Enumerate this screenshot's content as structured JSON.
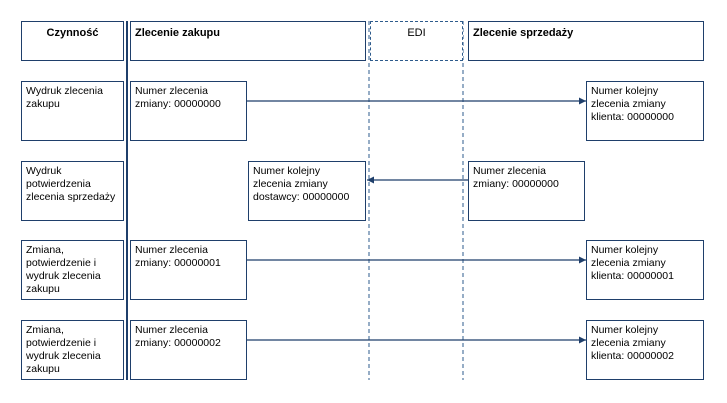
{
  "headers": {
    "activity": "Czynność",
    "purchase_order": "Zlecenie zakupu",
    "edi": "EDI",
    "sales_order": "Zlecenie sprzedaży"
  },
  "rows": [
    {
      "activity": "Wydruk zlecenia zakupu",
      "purchase_box": "Numer zlecenia zmiany: 00000000",
      "sales_box": "Numer kolejny zlecenia zmiany klienta: 00000000",
      "arrow": "purchase-to-sales"
    },
    {
      "activity": "Wydruk potwierdzenia zlecenia sprzedaży",
      "vendor_box": "Numer kolejny zlecenia zmiany dostawcy: 00000000",
      "sales_box": "Numer zlecenia zmiany: 00000000",
      "arrow": "sales-to-purchase"
    },
    {
      "activity": "Zmiana, potwierdzenie i wydruk zlecenia zakupu",
      "purchase_box": "Numer zlecenia zmiany: 00000001",
      "sales_box": "Numer kolejny zlecenia zmiany klienta: 00000001",
      "arrow": "purchase-to-sales"
    },
    {
      "activity": "Zmiana, potwierdzenie i wydruk zlecenia zakupu",
      "purchase_box": "Numer zlecenia zmiany: 00000002",
      "sales_box": "Numer kolejny zlecenia zmiany klienta: 00000002",
      "arrow": "purchase-to-sales"
    }
  ],
  "colors": {
    "line": "#1f3f6b",
    "dashed": "#2e5b8c"
  }
}
